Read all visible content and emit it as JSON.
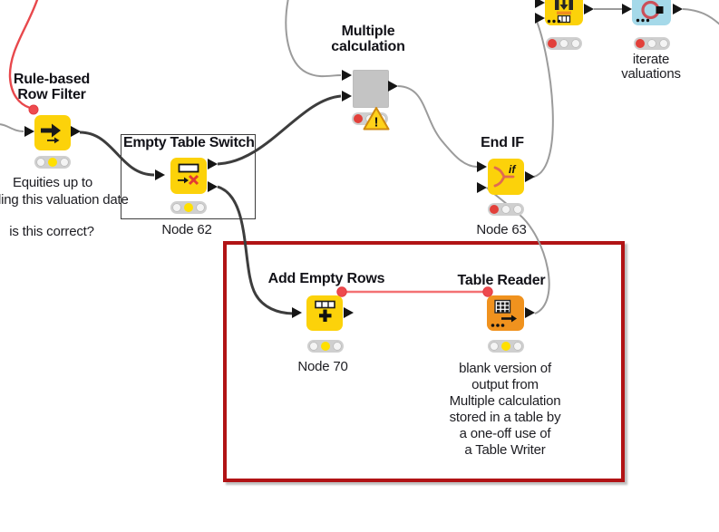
{
  "app": "workflow-editor",
  "colors": {
    "node_yellow": "#fcd20a",
    "node_orange": "#f0921e",
    "node_cyan": "#a5d9e9",
    "metanode_gray": "#c4c4c4",
    "status_red": "#e2403a",
    "status_yellow": "#ffe000",
    "wire_dark": "#3d3d3d",
    "wire_gray": "#9b9b9b",
    "flow_variable_red": "#f37173",
    "annotation_border_red": "#b11315"
  },
  "nodes": {
    "rule_based_row_filter": {
      "title": "Rule-based\nRow Filter",
      "label": "Equities up to\ncluding this valuation date",
      "note": "is this correct?",
      "status": "yellow"
    },
    "empty_table_switch": {
      "frame_title": "Empty Table Switch",
      "label": "Node 62",
      "status": "yellow"
    },
    "multiple_calculation": {
      "title": "Multiple\ncalculation",
      "status": "red",
      "warning": "!"
    },
    "end_if": {
      "title": "End IF",
      "label": "Node 63",
      "status": "red"
    },
    "loop_start": {
      "status": "red"
    },
    "loop_end": {
      "label": "iterate\nvaluations",
      "status": "red"
    },
    "add_empty_rows": {
      "title": "Add Empty Rows",
      "label": "Node 70",
      "status": "yellow"
    },
    "table_reader": {
      "title": "Table Reader",
      "label": "blank version of\noutput from\nMultiple calculation\nstored in a table by\na one-off use of\na Table Writer",
      "status": "yellow"
    }
  }
}
